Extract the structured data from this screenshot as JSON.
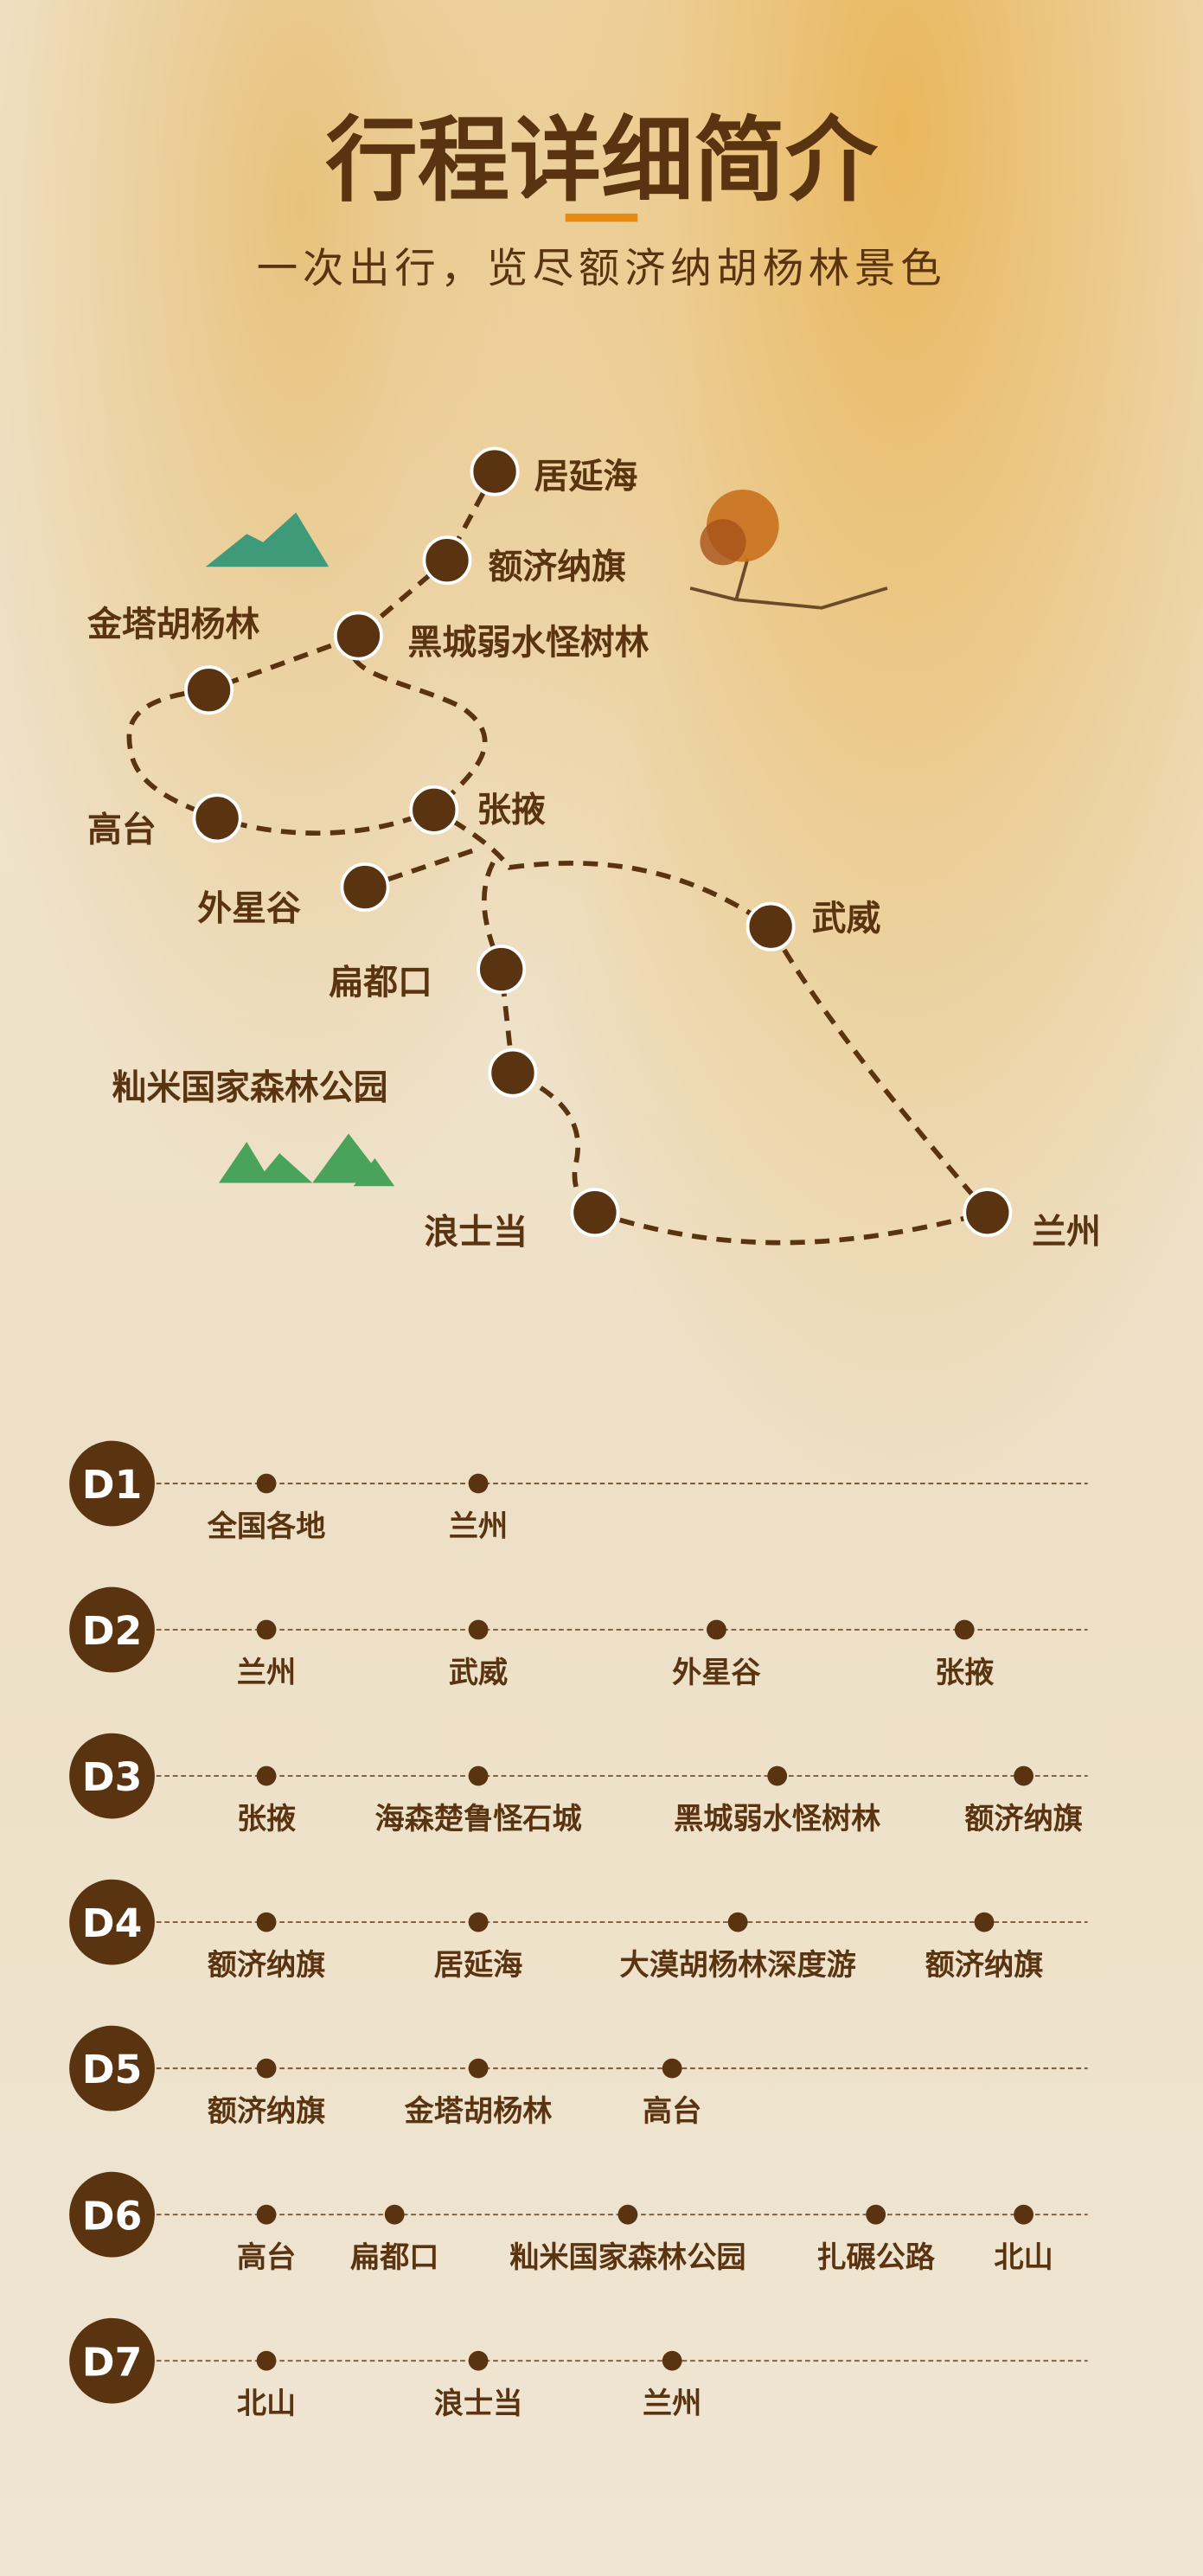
{
  "header": {
    "title": "行程详细简介",
    "subtitle": "一次出行，览尽额济纳胡杨林景色"
  },
  "map": {
    "stops": [
      "居延海",
      "额济纳旗",
      "黑城弱水怪树林",
      "金塔胡杨林",
      "高台",
      "张掖",
      "外星谷",
      "扁都口",
      "籼米国家森林公园",
      "浪士当",
      "兰州",
      "武威"
    ]
  },
  "days": [
    {
      "label": "D1",
      "stops": [
        "全国各地",
        "兰州"
      ]
    },
    {
      "label": "D2",
      "stops": [
        "兰州",
        "武威",
        "外星谷",
        "张掖"
      ]
    },
    {
      "label": "D3",
      "stops": [
        "张掖",
        "海森楚鲁怪石城",
        "黑城弱水怪树林",
        "额济纳旗"
      ]
    },
    {
      "label": "D4",
      "stops": [
        "额济纳旗",
        "居延海",
        "大漠胡杨林深度游",
        "额济纳旗"
      ]
    },
    {
      "label": "D5",
      "stops": [
        "额济纳旗",
        "金塔胡杨林",
        "高台"
      ]
    },
    {
      "label": "D6",
      "stops": [
        "高台",
        "扁都口",
        "籼米国家森林公园",
        "扎碾公路",
        "北山"
      ]
    },
    {
      "label": "D7",
      "stops": [
        "北山",
        "浪士当",
        "兰州"
      ]
    }
  ],
  "colors": {
    "brown": "#5a3410",
    "accent": "#e88a12"
  }
}
